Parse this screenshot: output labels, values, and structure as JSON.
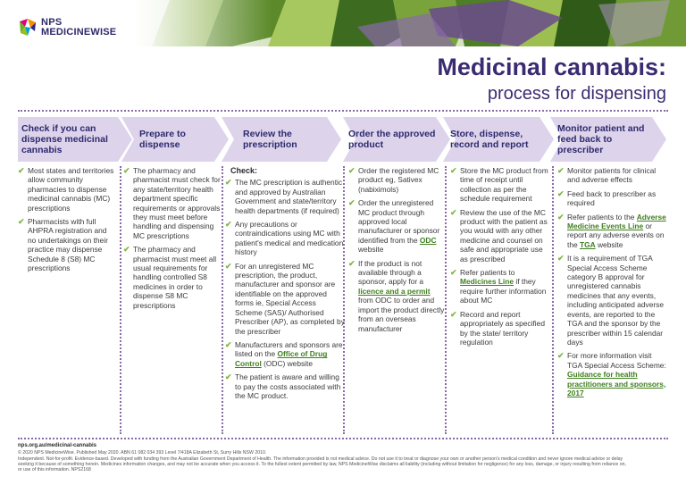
{
  "brand": {
    "line1": "NPS",
    "line2": "MEDICINEWISE"
  },
  "title": {
    "main": "Medicinal cannabis:",
    "sub": "process for dispensing"
  },
  "steps": [
    {
      "label": "Check if you can dispense medicinal cannabis"
    },
    {
      "label": "Prepare to dispense"
    },
    {
      "label": "Review the prescription"
    },
    {
      "label": "Order the approved product"
    },
    {
      "label": "Store, dispense, record and report"
    },
    {
      "label": "Monitor patient and feed back to prescriber"
    }
  ],
  "col1": {
    "i1": "Most states and territories allow community pharmacies to dispense medicinal cannabis (MC) prescriptions",
    "i2": "Pharmacists with full AHPRA registration and no undertakings on their practice may dispense Schedule 8 (S8) MC prescriptions"
  },
  "col2": {
    "i1": "The pharmacy and pharmacist must check for any state/territory health department specific requirements or approvals they must meet before handling and dispensing MC prescriptions",
    "i2": "The pharmacy and pharmacist must meet all usual requirements for handling controlled S8 medicines in order to dispense S8 MC prescriptions"
  },
  "col3": {
    "heading": "Check:",
    "i1": "The MC prescription is authentic and approved by Australian Government and state/territory health departments (if required)",
    "i2": "Any precautions or contraindications using MC with patient's medical and medication history",
    "i3": "For an unregistered MC prescription, the product, manufacturer and sponsor are identifiable on the approved forms ie, Special Access Scheme (SAS)/ Authorised Prescriber (AP), as completed by the prescriber",
    "i4a": "Manufacturers and sponsors are listed on the",
    "i4link": "Office of Drug Control",
    "i4b": "(ODC) website",
    "i5": "The patient is aware and willing to pay the costs associated with the MC product."
  },
  "col4": {
    "i1": "Order the registered MC product eg, Sativex (nabiximols)",
    "i2a": "Order the unregistered MC product through approved local manufacturer or sponsor identified from the",
    "i2link": "ODC",
    "i2b": "website",
    "i3a": "If the product is not available through a sponsor, apply for a",
    "i3link": "licence and a permit",
    "i3b": "from ODC to order and import the product directly from an overseas manufacturer"
  },
  "col5": {
    "i1": "Store the MC product from time of receipt until collection as per the schedule requirement",
    "i2": "Review the use of the MC product with the patient as you would with any other medicine and counsel on safe and appropriate use as prescribed",
    "i3a": "Refer patients to",
    "i3link": "Medicines Line",
    "i3b": "if they require further information about MC",
    "i4": "Record and report appropriately as specified by the state/ territory regulation"
  },
  "col6": {
    "i1": "Monitor patients for clinical and adverse effects",
    "i2": "Feed back to prescriber as required",
    "i3a": "Refer patients to the",
    "i3link1": "Adverse Medicine Events Line",
    "i3b": "or report any adverse events on the",
    "i3link2": "TGA",
    "i3c": "website",
    "i4": "It is a requirement of TGA Special Access Scheme category B approval for unregistered cannabis medicines that any events, including anticipated adverse events, are reported to the TGA and the sponsor by the prescriber within 15 calendar days",
    "i5a": "For more information visit TGA Special Access Scheme:",
    "i5link": "Guidance for health practitioners and sponsors, 2017"
  },
  "footer": {
    "url": "nps.org.au/medicinal-cannabis",
    "line1": "© 2020 NPS MedicineWise. Published May 2020. ABN 61 082 034 393 Level 7/418A Elizabeth St, Surry Hills NSW 2010.",
    "line2": "Independent. Not-for-profit. Evidence-based. Developed with funding from the Australian Government Department of Health. The information provided is not medical advice. Do not use it to treat or diagnose your own or another person's medical condition and never ignore medical advice or delay",
    "line3": "seeking it because of something herein. Medicines information changes, and may not be accurate when you access it. To the fullest extent permitted by law, NPS MedicineWise disclaims all liability (including without limitation for negligence) for any loss, damage, or injury resulting from reliance on,",
    "line4": "or use of this information. NPS2168"
  },
  "colors": {
    "accent": "#3b2b72",
    "step_fill": "#ddd3ea",
    "tick": "#7fb742",
    "link": "#3f7f1e"
  }
}
